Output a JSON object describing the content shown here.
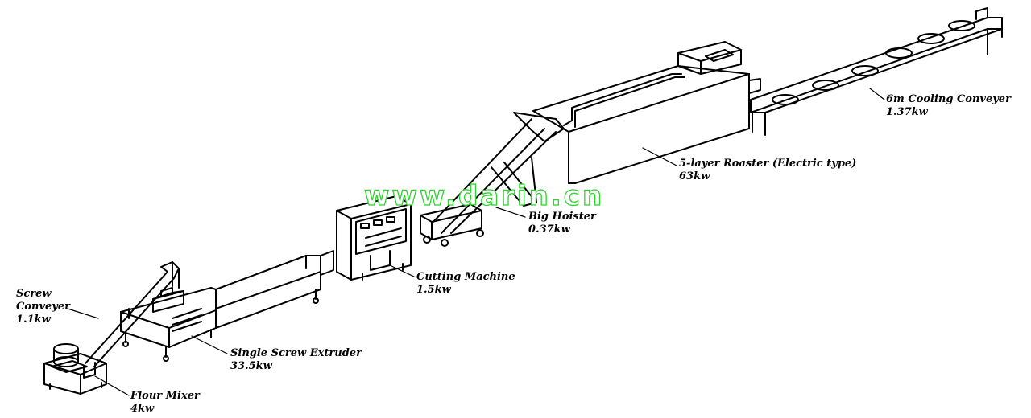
{
  "watermark": "www.darin.cn",
  "machines": {
    "flour_mixer": {
      "name": "Flour Mixer",
      "power": "4kw"
    },
    "screw_conveyer": {
      "name_line1": "Screw",
      "name_line2": "Conveyer",
      "power": "1.1kw"
    },
    "single_screw_extruder": {
      "name": "Single Screw Extruder",
      "power": "33.5kw"
    },
    "cutting_machine": {
      "name": "Cutting Machine",
      "power": "1.5kw"
    },
    "big_hoister": {
      "name": "Big Hoister",
      "power": "0.37kw"
    },
    "roaster": {
      "name": "5-layer Roaster (Electric type)",
      "power": "63kw"
    },
    "cooling_conveyer": {
      "name": "6m Cooling Conveyer",
      "power": "1.37kw"
    }
  }
}
